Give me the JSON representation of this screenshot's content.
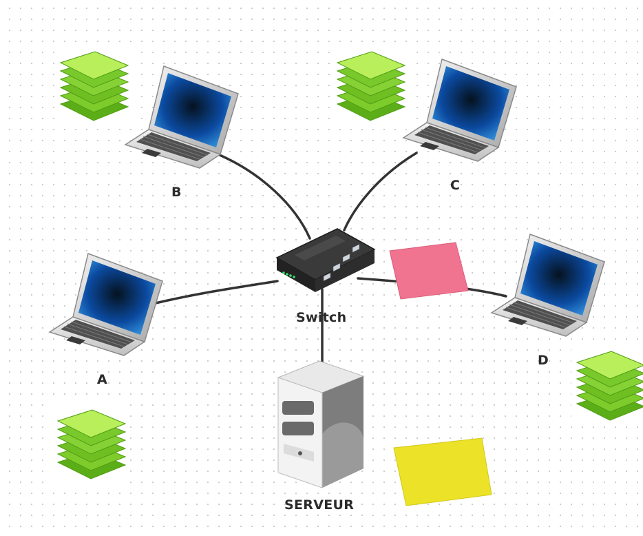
{
  "diagram": {
    "laptops": [
      {
        "id": "A",
        "label": "A"
      },
      {
        "id": "B",
        "label": "B"
      },
      {
        "id": "C",
        "label": "C"
      },
      {
        "id": "D",
        "label": "D"
      }
    ],
    "switch": {
      "label": "Switch"
    },
    "server": {
      "label": "SERVEUR"
    }
  },
  "colors": {
    "cable": "#333333",
    "sticky_pink": "#f0738f",
    "sticky_yellow": "#ece227",
    "paper_stack": "#8fd13a",
    "laptop_screen": "#1f6fd1"
  }
}
